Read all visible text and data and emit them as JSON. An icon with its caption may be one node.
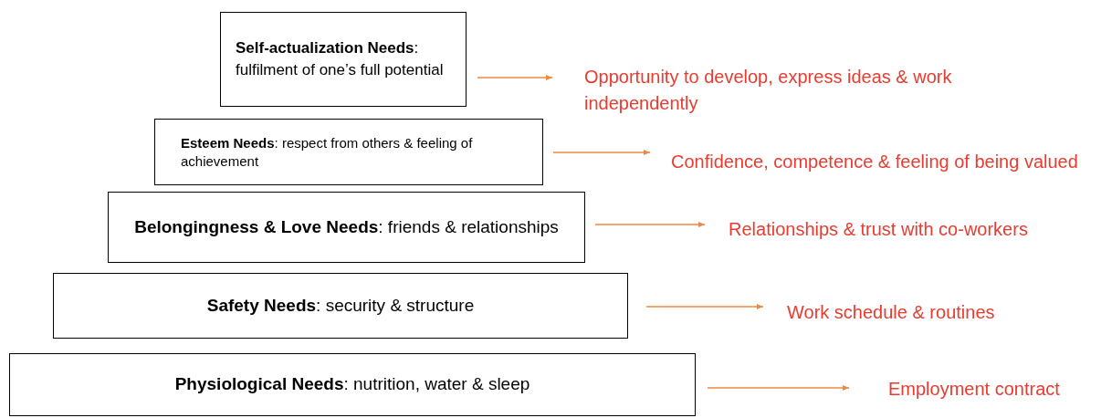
{
  "diagram": {
    "nodes": [
      {
        "text": [
          "**Self-actualization Needs**: fulfilment of one’s full potential"
        ]
      },
      {
        "text": [
          "**Esteem Needs**: respect from others & feeling of  achievement"
        ]
      },
      {
        "text": [
          "**Belongingness & Love Needs**: friends & relationships"
        ]
      },
      {
        "text": [
          "**Safety Needs**: security & structure"
        ]
      },
      {
        "text": [
          "**Physiological Needs**: nutrition, water & sleep"
        ]
      },
      {
        "text": [
          "Opportunity to develop, express ideas & work independently"
        ]
      },
      {
        "text": [
          "Confidence, competence & feeling of being valued"
        ]
      },
      {
        "text": [
          "Relationships & trust with co-workers"
        ]
      },
      {
        "text": [
          "Work schedule & routines"
        ]
      },
      {
        "text": [
          "Employment contract"
        ]
      }
    ],
    "edges": [
      {
        "from": 0,
        "to": 5,
        "arrow": "to",
        "color": "#f0883e"
      },
      {
        "from": 1,
        "to": 6,
        "arrow": "to",
        "color": "#f0883e"
      },
      {
        "from": 2,
        "to": 7,
        "arrow": "to",
        "color": "#f0883e"
      },
      {
        "from": 3,
        "to": 8,
        "arrow": "to",
        "color": "#f0883e"
      },
      {
        "from": 4,
        "to": 9,
        "arrow": "to",
        "color": "#f0883e"
      }
    ]
  }
}
